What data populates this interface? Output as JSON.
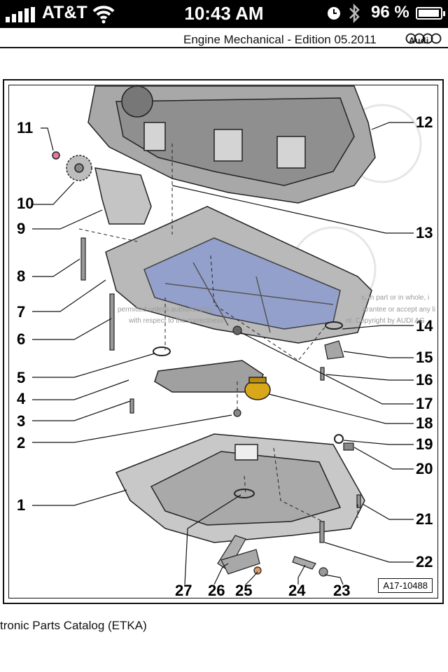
{
  "status_bar": {
    "carrier": "AT&T",
    "time": "10:43 AM",
    "battery": "96 %",
    "battery_level": 0.96
  },
  "doc_header": {
    "title": "Engine Mechanical - Edition 05.2011",
    "logo_text": "Audi"
  },
  "figure": {
    "id": "A17-10488",
    "callouts": [
      "1",
      "2",
      "3",
      "4",
      "5",
      "6",
      "7",
      "8",
      "9",
      "10",
      "11",
      "12",
      "13",
      "14",
      "15",
      "16",
      "17",
      "18",
      "19",
      "20",
      "21",
      "22",
      "23",
      "24",
      "25",
      "26",
      "27"
    ],
    "watermark_lines": [
      "s, in part or in whole, i",
      "permitted unless authorised by",
      "arantee or accept any li",
      "with respect to the correctness",
      "nt. Copyright by AUDI AG"
    ]
  },
  "footer": {
    "text": "tronic Parts Catalog (ETKA)"
  },
  "colors": {
    "status_bar_bg": "#000000",
    "outline": "#111111",
    "metal": "#cfcfcf",
    "blue_shade": "#8a9ad0",
    "gold": "#d8a81a"
  }
}
